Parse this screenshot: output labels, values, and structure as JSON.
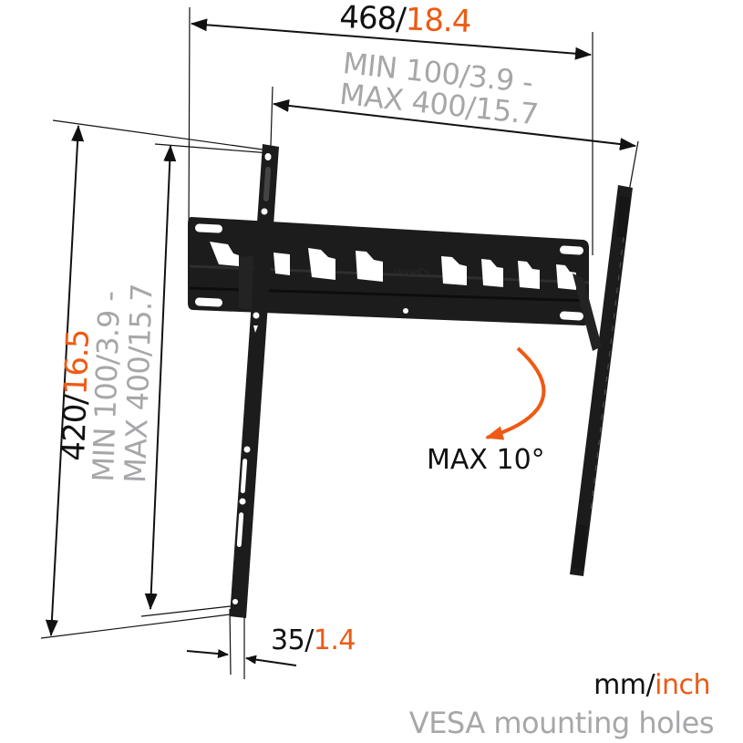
{
  "diagram": {
    "subject": "Tilting TV wall mount",
    "colors": {
      "primary_text": "#111111",
      "accent_inch": "#ee5a14",
      "vesa_gray": "#a7a7aa",
      "mount_body": "#1c1c1c",
      "tilt_arrow": "#ee5a14"
    },
    "dimensions": {
      "width": {
        "mm": "468",
        "separator": "/",
        "inch": "18.4"
      },
      "height": {
        "mm": "420",
        "separator": "/",
        "inch": "16.5"
      },
      "depth": {
        "mm": "35",
        "separator": "/",
        "inch": "1.4"
      }
    },
    "vesa_horizontal": {
      "line1": "MIN 100/3.9 -",
      "line2": "MAX 400/15.7"
    },
    "vesa_vertical": {
      "line1": "MIN 100/3.9 -",
      "line2": "MAX 400/15.7"
    },
    "tilt": {
      "label": "MAX 10°"
    },
    "legend": {
      "units_mm": "mm",
      "units_separator": "/",
      "units_inch": "inch",
      "vesa_note": "VESA mounting holes"
    },
    "icons": [
      "double-arrow-dimension-icon",
      "curved-tilt-arrow-icon"
    ]
  }
}
